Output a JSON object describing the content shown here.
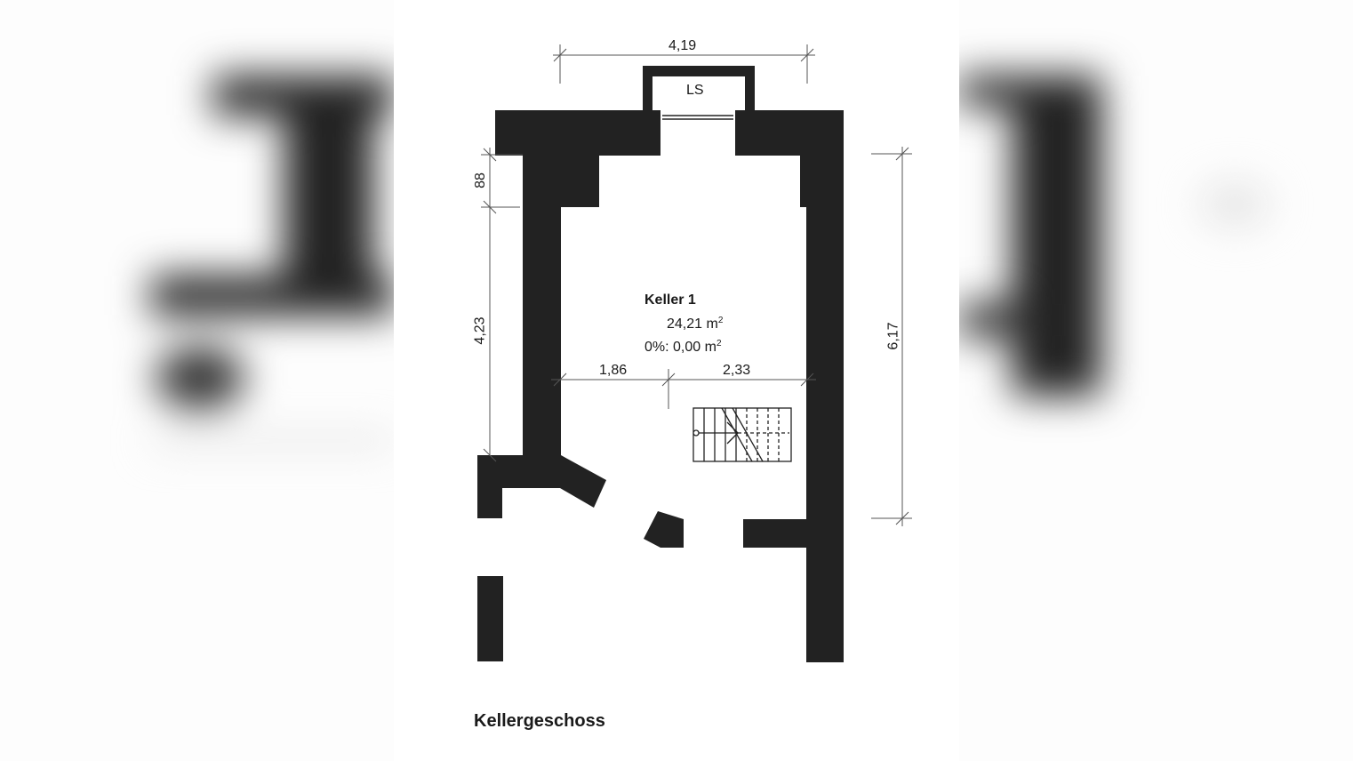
{
  "plan": {
    "title": "Kellergeschoss",
    "room": {
      "name": "Keller 1",
      "area_value": "24,21 m",
      "area_sup": "2",
      "reduced_value": "0%: 0,00 m",
      "reduced_sup": "2"
    },
    "light_shaft_label": "LS",
    "dimensions": {
      "top_width": "4,19",
      "left_upper": "88",
      "left_lower": "4,23",
      "right_height": "6,17",
      "inner_left": "1,86",
      "inner_right": "2,33"
    },
    "colors": {
      "wall": "#222222",
      "dimension_line": "#555555",
      "background": "#ffffff"
    }
  }
}
